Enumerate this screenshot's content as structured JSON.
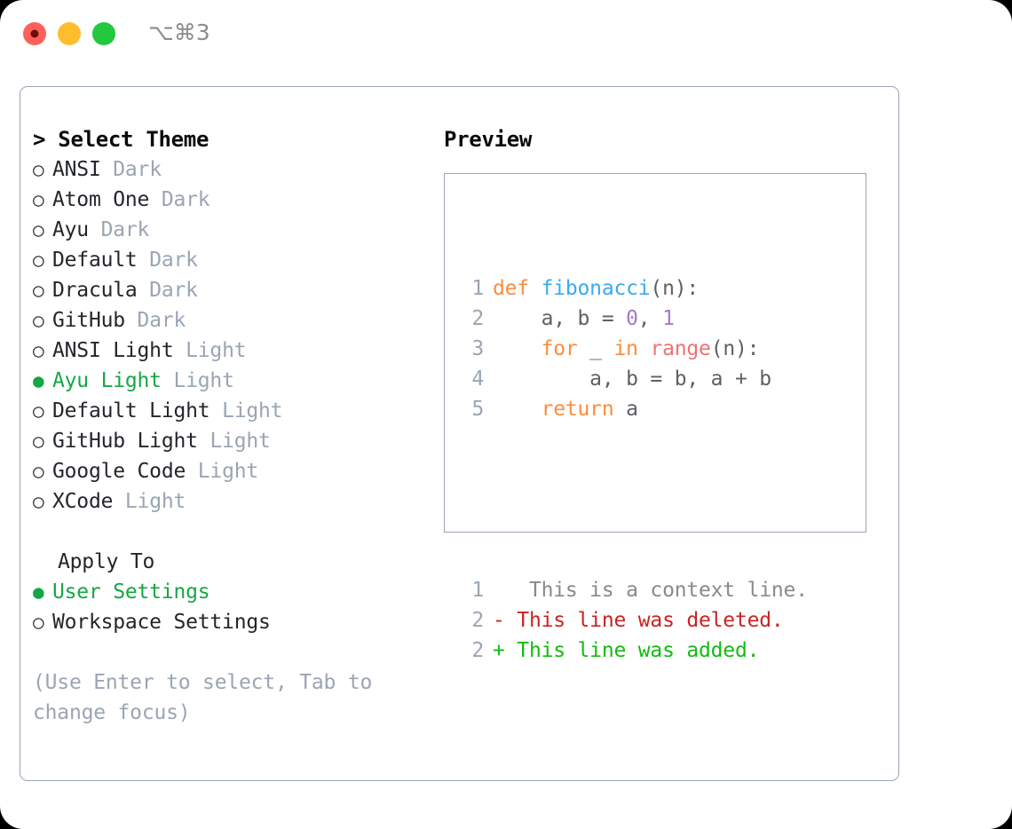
{
  "window": {
    "shortcut": "⌥⌘3",
    "traffic_lights": [
      {
        "name": "close-dot",
        "color": "#ff6059"
      },
      {
        "name": "minimize-dot",
        "color": "#ffbd2e"
      },
      {
        "name": "maximize-dot",
        "color": "#23c83c"
      }
    ]
  },
  "left": {
    "prompt": "> Select Theme",
    "themes": [
      {
        "marker": "○",
        "name": "ANSI",
        "badge": "Dark",
        "selected": false
      },
      {
        "marker": "○",
        "name": "Atom One",
        "badge": "Dark",
        "selected": false
      },
      {
        "marker": "○",
        "name": "Ayu",
        "badge": "Dark",
        "selected": false
      },
      {
        "marker": "○",
        "name": "Default",
        "badge": "Dark",
        "selected": false
      },
      {
        "marker": "○",
        "name": "Dracula",
        "badge": "Dark",
        "selected": false
      },
      {
        "marker": "○",
        "name": "GitHub",
        "badge": "Dark",
        "selected": false
      },
      {
        "marker": "○",
        "name": "ANSI Light",
        "badge": "Light",
        "selected": false
      },
      {
        "marker": "●",
        "name": "Ayu Light",
        "badge": "Light",
        "selected": true
      },
      {
        "marker": "○",
        "name": "Default Light",
        "badge": "Light",
        "selected": false
      },
      {
        "marker": "○",
        "name": "GitHub Light",
        "badge": "Light",
        "selected": false
      },
      {
        "marker": "○",
        "name": "Google Code",
        "badge": "Light",
        "selected": false
      },
      {
        "marker": "○",
        "name": "XCode",
        "badge": "Light",
        "selected": false
      }
    ],
    "apply_to_label": "Apply To",
    "apply_to_options": [
      {
        "marker": "●",
        "name": "User Settings",
        "selected": true
      },
      {
        "marker": "○",
        "name": "Workspace Settings",
        "selected": false
      }
    ],
    "hint": "(Use Enter to select, Tab to change focus)"
  },
  "right": {
    "preview_title": "Preview",
    "code_lines": [
      {
        "num": "1",
        "tokens": [
          {
            "t": "def ",
            "c": "kw"
          },
          {
            "t": "fibonacci",
            "c": "fn"
          },
          {
            "t": "(n):",
            "c": "punct"
          }
        ]
      },
      {
        "num": "2",
        "tokens": [
          {
            "t": "    a, b = ",
            "c": "plain"
          },
          {
            "t": "0",
            "c": "num"
          },
          {
            "t": ", ",
            "c": "plain"
          },
          {
            "t": "1",
            "c": "num"
          }
        ]
      },
      {
        "num": "3",
        "tokens": [
          {
            "t": "    ",
            "c": "plain"
          },
          {
            "t": "for",
            "c": "kw"
          },
          {
            "t": " _ ",
            "c": "plain"
          },
          {
            "t": "in ",
            "c": "kw"
          },
          {
            "t": "range",
            "c": "call"
          },
          {
            "t": "(n):",
            "c": "punct"
          }
        ]
      },
      {
        "num": "4",
        "tokens": [
          {
            "t": "        a, b = b, a + b",
            "c": "plain"
          }
        ]
      },
      {
        "num": "5",
        "tokens": [
          {
            "t": "    ",
            "c": "plain"
          },
          {
            "t": "return",
            "c": "kw"
          },
          {
            "t": " a",
            "c": "plain"
          }
        ]
      }
    ],
    "diff_lines": [
      {
        "num": "1",
        "marker": " ",
        "text": "  This is a context line.",
        "kind": "ctx"
      },
      {
        "num": "2",
        "marker": "-",
        "text": " This line was deleted.",
        "kind": "del"
      },
      {
        "num": "2",
        "marker": "+",
        "text": " This line was added.",
        "kind": "add"
      }
    ]
  },
  "colors": {
    "accent_green": "#16a745",
    "muted": "#9aa5b4",
    "border": "#9aa5b4",
    "keyword": "#fa8d3e",
    "function": "#3aaaef",
    "number": "#a37acc",
    "call": "#f07171",
    "diff_delete": "#cc2222",
    "diff_add": "#12bb12"
  }
}
